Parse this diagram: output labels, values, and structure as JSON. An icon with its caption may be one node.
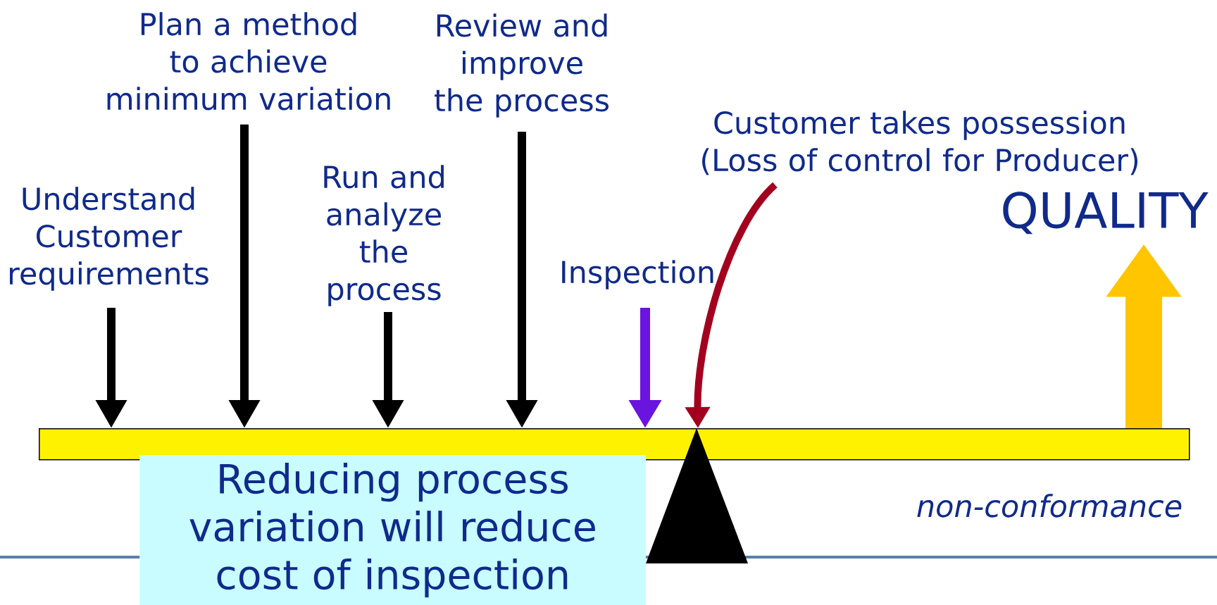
{
  "diagram": {
    "nodes": [
      {
        "text": [
          "Understand Customer requirements"
        ]
      },
      {
        "text": [
          "Plan a method to achieve minimum variation"
        ]
      },
      {
        "text": [
          "Run and analyze the process"
        ]
      },
      {
        "text": [
          "Review and improve the process"
        ]
      },
      {
        "text": [
          "Inspection"
        ]
      },
      {
        "text": [
          "Customer takes possession (Loss of control for Producer)"
        ]
      },
      {
        "text": [
          "QUALITY"
        ]
      },
      {
        "text": [],
        "shape": "bar"
      },
      {
        "text": [
          "Reducing process variation will reduce cost of inspection"
        ]
      },
      {
        "text": [],
        "shape": "triangle"
      }
    ],
    "edges": [
      {
        "from": 0,
        "to": 7,
        "arrow": "to"
      },
      {
        "from": 1,
        "to": 7,
        "arrow": "to"
      },
      {
        "from": 2,
        "to": 7,
        "arrow": "to"
      },
      {
        "from": 3,
        "to": 7,
        "arrow": "to"
      },
      {
        "from": 4,
        "to": 7,
        "arrow": "to",
        "color": "#6a14e0"
      },
      {
        "from": 5,
        "to": 7,
        "arrow": "to",
        "color": "#a3001f"
      },
      {
        "from": 7,
        "to": 6,
        "arrow": "to",
        "color": "#ffc600",
        "style": "thick"
      }
    ],
    "labels": [
      "non-conformance"
    ]
  }
}
